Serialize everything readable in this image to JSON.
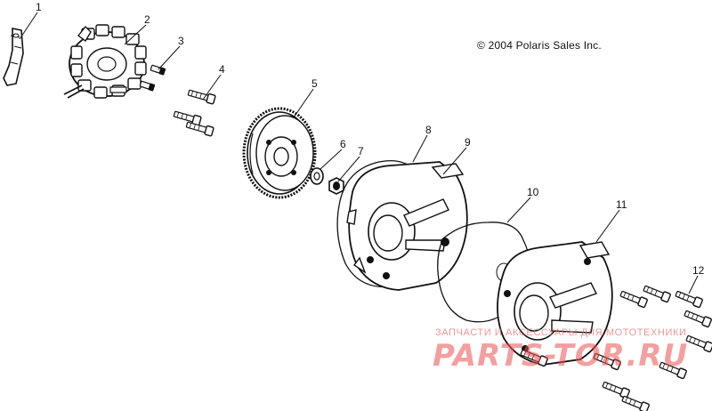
{
  "copyright": "© 2004 Polaris Sales Inc.",
  "watermark": {
    "tagline": "ЗАПЧАСТИ И АКСЕССУАРЫ ДЛЯ МОТОТЕХНИКИ",
    "brand": "PARTS-TOR.RU"
  },
  "callouts": [
    {
      "id": "1",
      "label": "1"
    },
    {
      "id": "2",
      "label": "2"
    },
    {
      "id": "3",
      "label": "3"
    },
    {
      "id": "4",
      "label": "4"
    },
    {
      "id": "5",
      "label": "5"
    },
    {
      "id": "6",
      "label": "6"
    },
    {
      "id": "7",
      "label": "7"
    },
    {
      "id": "8",
      "label": "8"
    },
    {
      "id": "9",
      "label": "9"
    },
    {
      "id": "10",
      "label": "10"
    },
    {
      "id": "11",
      "label": "11"
    },
    {
      "id": "12",
      "label": "12"
    }
  ]
}
